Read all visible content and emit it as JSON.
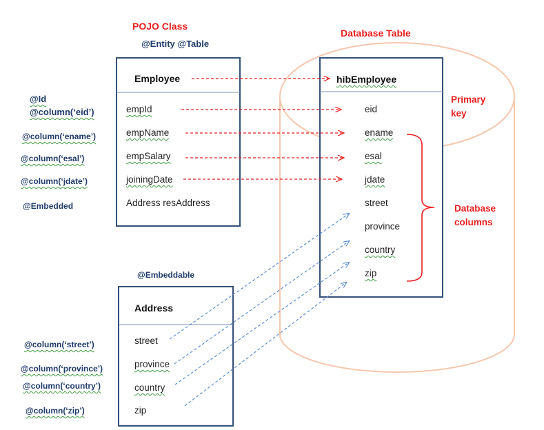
{
  "pojo": {
    "title": "POJO Class",
    "annotation": "@Entity @Table",
    "class_name": "Employee",
    "fields": [
      "empId",
      "empName",
      "empSalary",
      "joiningDate",
      "Address resAddress"
    ],
    "field_annotations": [
      "@Id",
      "@column(‘eid’)",
      "@column(‘ename’)",
      "@column(‘esal’)",
      "@column(‘jdate’)",
      "@Embedded"
    ]
  },
  "embeddable": {
    "annotation": "@Embeddable",
    "class_name": "Address",
    "fields": [
      "street",
      "province",
      "country",
      "zip"
    ],
    "field_annotations": [
      "@column(‘street’)",
      "@column(‘province’)",
      "@column(‘country’)",
      "@column(‘zip’)"
    ]
  },
  "table": {
    "title": "Database Table",
    "name": "hibEmployee",
    "columns": [
      "eid",
      "ename",
      "esal",
      "jdate",
      "street",
      "province",
      "country",
      "zip"
    ],
    "primary_key_label": [
      "Primary",
      "key"
    ],
    "columns_label": [
      "Database",
      "columns"
    ]
  },
  "colors": {
    "box_border": "#34507a",
    "red_arrow": "#e8211f",
    "blue_arrow": "#5b8ed6",
    "cylinder": "#f6c7ad",
    "annotation_text": "#1f3b6b"
  }
}
